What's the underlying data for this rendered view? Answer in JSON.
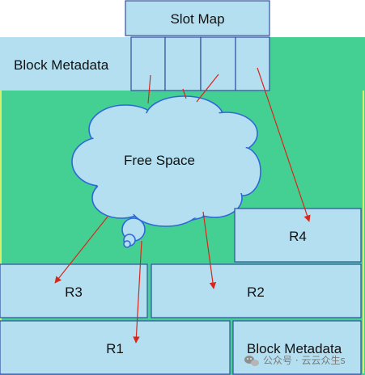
{
  "colors": {
    "background_green": "#45d093",
    "box_fill": "#b3dff0",
    "box_stroke": "#2f4f9e",
    "arrow": "#d9261c",
    "cloud_stroke": "#2e67d8",
    "outline_yellow": "#d9ee6a"
  },
  "labels": {
    "slot_map": "Slot Map",
    "block_metadata_top": "Block Metadata",
    "free_space": "Free Space",
    "r1": "R1",
    "r2": "R2",
    "r3": "R3",
    "r4": "R4",
    "block_metadata_bottom": "Block Metadata"
  },
  "watermark": {
    "text": "公众号 · 云云众生s",
    "icon": "wechat-icon"
  }
}
